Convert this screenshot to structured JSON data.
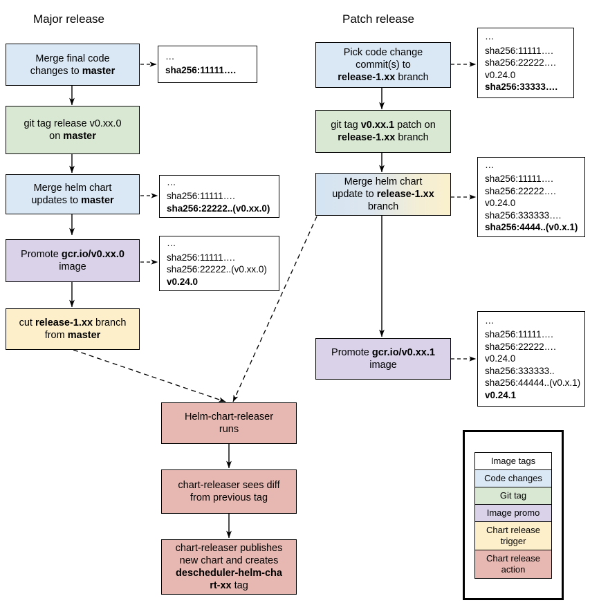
{
  "titles": {
    "major": "Major release",
    "patch": "Patch release"
  },
  "major_nodes": [
    {
      "id": "merge-final-code",
      "kind": "code-changes",
      "html": "Merge final code<br>changes to <b>master</b>"
    },
    {
      "id": "git-tag-release",
      "kind": "git-tag",
      "html": "git tag release v0.xx.0<br>on <b>master</b>"
    },
    {
      "id": "merge-helm-chart",
      "kind": "code-changes",
      "html": "Merge helm chart<br>updates to <b>master</b>"
    },
    {
      "id": "promote-image",
      "kind": "image-promo",
      "html": "Promote <b>gcr.io/v0.xx.0</b><br>image"
    },
    {
      "id": "cut-release-branch",
      "kind": "chart-release-trigger",
      "html": "cut <b>release-1.xx</b> branch<br>from <b>master</b>"
    }
  ],
  "patch_nodes": [
    {
      "id": "pick-code-change",
      "kind": "code-changes",
      "html": "Pick code change<br>commit(s) to<br><b>release-1.xx</b> branch"
    },
    {
      "id": "git-tag-patch",
      "kind": "git-tag",
      "html": "git tag <b>v0.xx.1</b> patch on<br><b>release-1.xx</b> branch"
    },
    {
      "id": "merge-helm-chart-patch",
      "kind": "code-changes-trigger",
      "html": "Merge helm chart<br>update to <b>release-1.xx</b><br>branch"
    },
    {
      "id": "promote-image-patch",
      "kind": "image-promo",
      "html": "Promote <b>gcr.io/v0.xx.1</b><br>image"
    }
  ],
  "bottom_nodes": [
    {
      "id": "helm-chart-releaser-runs",
      "kind": "chart-release-action",
      "html": "Helm-chart-releaser<br>runs"
    },
    {
      "id": "chart-releaser-sees-diff",
      "kind": "chart-release-action",
      "html": "chart-releaser sees diff<br>from previous tag"
    },
    {
      "id": "chart-releaser-publishes",
      "kind": "chart-release-action",
      "html": "chart-releaser publishes<br>new chart and creates<br><b>descheduler-helm-cha</b><br><b>rt-xx</b> tag"
    }
  ],
  "tag_boxes": [
    {
      "id": "tags-after-merge-final-code",
      "lines": [
        {
          "text": "…",
          "bold": false
        },
        {
          "text": "sha256:11111….",
          "bold": true
        }
      ]
    },
    {
      "id": "tags-after-merge-helm-chart",
      "lines": [
        {
          "text": "…",
          "bold": false
        },
        {
          "text": "sha256:11111….",
          "bold": false
        },
        {
          "text": "sha256:22222..(v0.xx.0)",
          "bold": true
        }
      ]
    },
    {
      "id": "tags-after-promote-image",
      "lines": [
        {
          "text": "…",
          "bold": false
        },
        {
          "text": "sha256:11111….",
          "bold": false
        },
        {
          "text": "sha256:22222..(v0.xx.0)",
          "bold": false
        },
        {
          "text": "v0.24.0",
          "bold": true
        }
      ]
    },
    {
      "id": "tags-after-pick-code-change",
      "lines": [
        {
          "text": "…",
          "bold": false
        },
        {
          "text": "sha256:11111….",
          "bold": false
        },
        {
          "text": "sha256:22222….",
          "bold": false
        },
        {
          "text": "v0.24.0",
          "bold": false
        },
        {
          "text": "sha256:33333….",
          "bold": true
        }
      ]
    },
    {
      "id": "tags-after-merge-helm-chart-patch",
      "lines": [
        {
          "text": "…",
          "bold": false
        },
        {
          "text": "sha256:11111….",
          "bold": false
        },
        {
          "text": "sha256:22222….",
          "bold": false
        },
        {
          "text": "v0.24.0",
          "bold": false
        },
        {
          "text": "sha256:333333….",
          "bold": false
        },
        {
          "text": "sha256:4444..(v0.x.1)",
          "bold": true
        }
      ]
    },
    {
      "id": "tags-after-promote-image-patch",
      "lines": [
        {
          "text": "…",
          "bold": false
        },
        {
          "text": "sha256:11111….",
          "bold": false
        },
        {
          "text": "sha256:22222….",
          "bold": false
        },
        {
          "text": "v0.24.0",
          "bold": false
        },
        {
          "text": "sha256:333333..",
          "bold": false
        },
        {
          "text": "sha256:44444..(v0.x.1)",
          "bold": false
        },
        {
          "text": "v0.24.1",
          "bold": true
        }
      ]
    }
  ],
  "legend": {
    "items": [
      {
        "label": "Image tags",
        "kind": "image-tags"
      },
      {
        "label": "Code changes",
        "kind": "code-changes"
      },
      {
        "label": "Git tag",
        "kind": "git-tag"
      },
      {
        "label": "Image promo",
        "kind": "image-promo"
      },
      {
        "label": "Chart release trigger",
        "kind": "chart-release-trigger"
      },
      {
        "label": "Chart release action",
        "kind": "chart-release-action"
      }
    ]
  },
  "colors": {
    "image_tags": "#ffffff",
    "code_changes": "#dae8f5",
    "git_tag": "#d9e8d2",
    "image_promo": "#d9d2e9",
    "chart_release_trigger": "#fdefc9",
    "chart_release_action": "#e7b8b1",
    "stroke": "#000000",
    "background": "#ffffff"
  }
}
